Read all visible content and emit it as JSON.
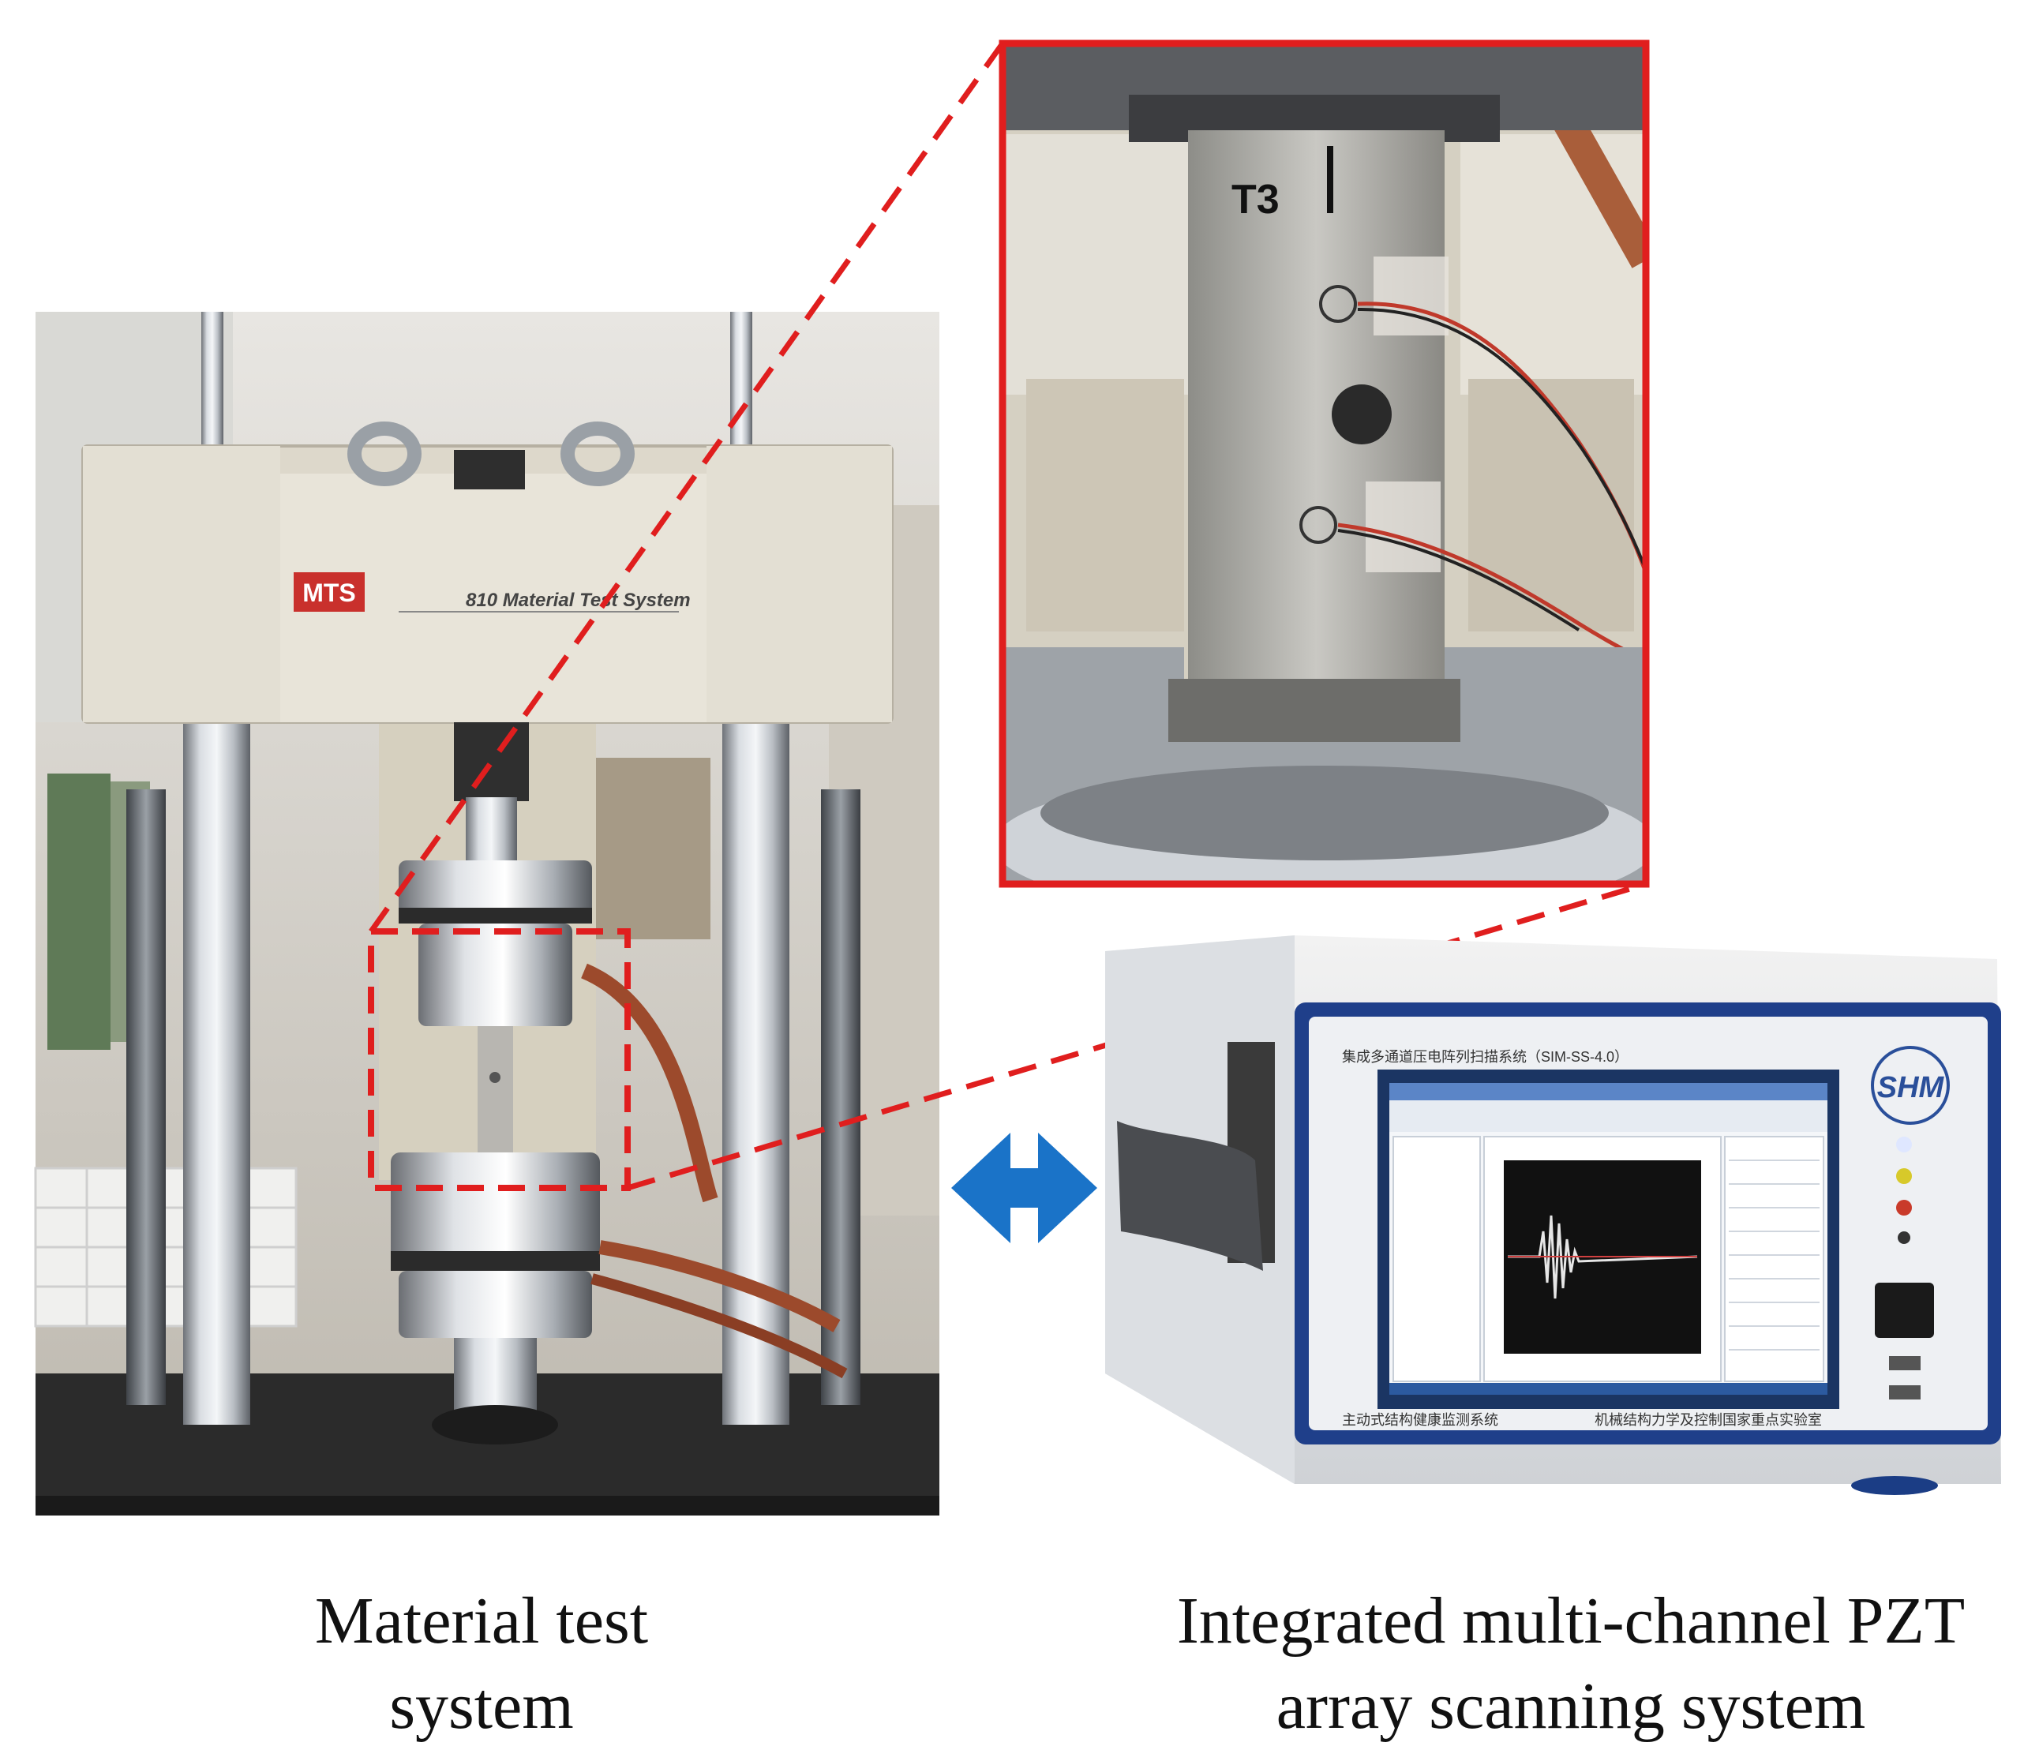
{
  "captions": {
    "left": [
      "Material test",
      "system"
    ],
    "right": [
      "Integrated multi-channel PZT",
      "array scanning system"
    ]
  },
  "machine": {
    "brand": "MTS",
    "model_label": "810 Material Test System"
  },
  "specimen": {
    "marking": "T3"
  },
  "device": {
    "logo": "SHM",
    "title_label": "集成多通道压电阵列扫描系统（SIM-SS-4.0）",
    "footer_left": "主动式结构健康监测系统",
    "footer_right": "机械结构力学及控制国家重点实验室"
  },
  "colors": {
    "highlight": "#e01e1e",
    "arrow": "#1a73c8",
    "device_trim": "#1f3f8a"
  },
  "icons": {
    "arrow": "bidirectional-arrow-icon",
    "logo": "shm-logo-icon"
  }
}
